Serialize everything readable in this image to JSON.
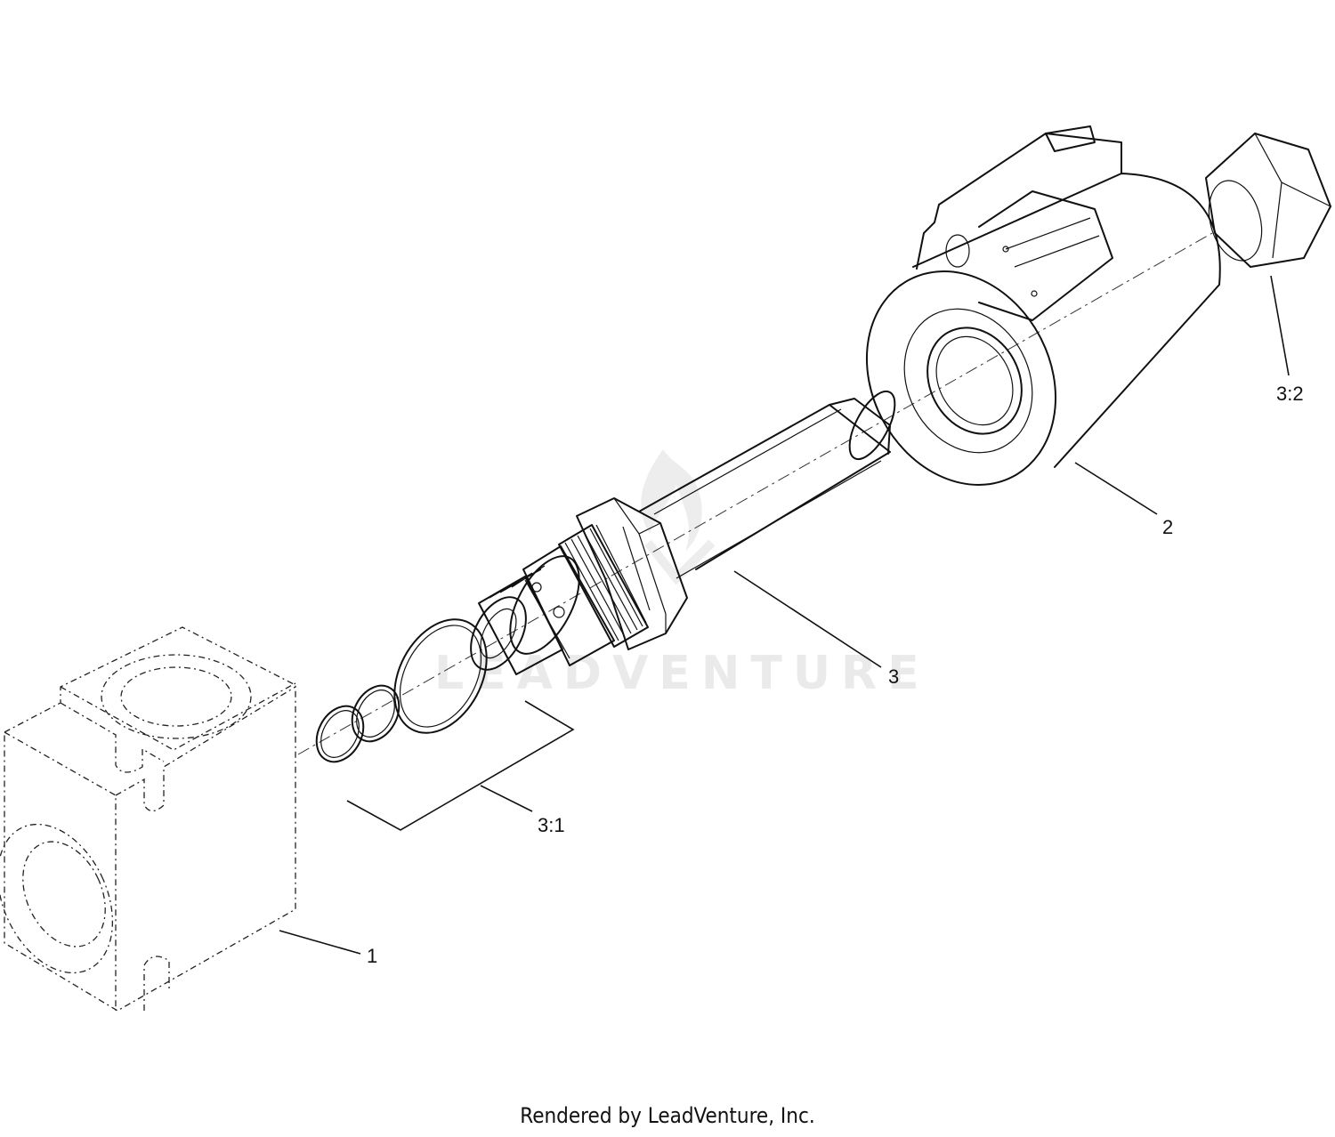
{
  "diagram": {
    "callouts": [
      {
        "id": "1",
        "label": "1"
      },
      {
        "id": "2",
        "label": "2"
      },
      {
        "id": "3",
        "label": "3"
      },
      {
        "id": "3-1",
        "label": "3:1"
      },
      {
        "id": "3-2",
        "label": "3:2"
      }
    ],
    "watermark": "LEADVENTURE",
    "footer": "Rendered by LeadVenture, Inc."
  }
}
